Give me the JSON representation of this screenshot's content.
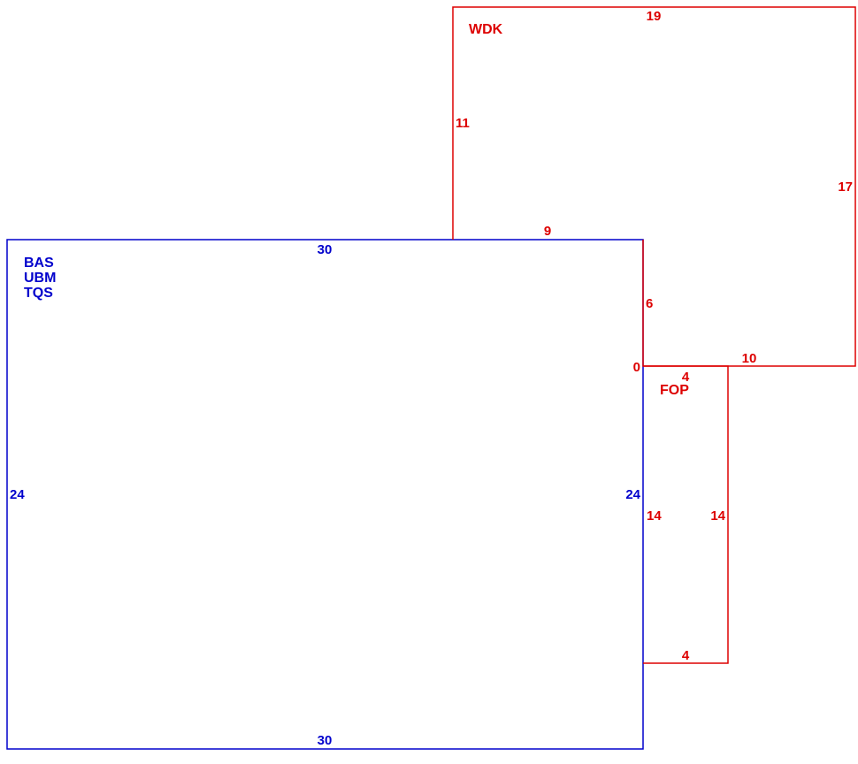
{
  "colors": {
    "blue": "#0000cc",
    "red": "#dd0000",
    "background": "#ffffff"
  },
  "blue_room": {
    "names": [
      "BAS",
      "UBM",
      "TQS"
    ],
    "dims": {
      "top": "30",
      "bottom": "30",
      "left": "24",
      "right": "24"
    }
  },
  "wdk_room": {
    "name": "WDK",
    "dims": {
      "top": "19",
      "left": "11",
      "right": "17",
      "bottom_left": "9",
      "inner_vertical": "6",
      "bottom_right": "10",
      "corner": "0"
    }
  },
  "fop_room": {
    "name": "FOP",
    "dims": {
      "top": "4",
      "bottom": "4",
      "left": "14",
      "right": "14"
    }
  }
}
